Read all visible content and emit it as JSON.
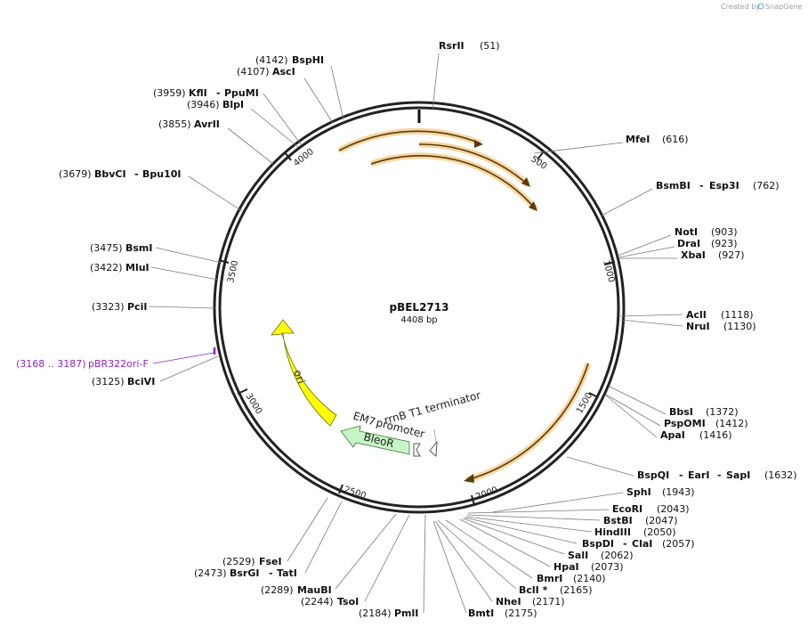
{
  "plasmid": {
    "name": "pBEL2713",
    "size_label": "4408 bp"
  },
  "credit": {
    "prefix": "Created by",
    "brand": "SnapGene"
  },
  "ticks": [
    "500",
    "1000",
    "1500",
    "2000",
    "2500",
    "3000",
    "3500",
    "4000"
  ],
  "sites": {
    "rsrII": {
      "name": "RsrII",
      "pos": "(51)"
    },
    "mfeI": {
      "name": "MfeI",
      "pos": "(616)"
    },
    "bsmBI": {
      "name": "BsmBI",
      "sep": "-",
      "name2": "Esp3I",
      "pos": "(762)"
    },
    "notI": {
      "name": "NotI",
      "pos": "(903)"
    },
    "draI": {
      "name": "DraI",
      "pos": "(923)"
    },
    "xbaI": {
      "name": "XbaI",
      "pos": "(927)"
    },
    "aclI": {
      "name": "AclI",
      "pos": "(1118)"
    },
    "nruI": {
      "name": "NruI",
      "pos": "(1130)"
    },
    "bbsI": {
      "name": "BbsI",
      "pos": "(1372)"
    },
    "pspOMI": {
      "name": "PspOMI",
      "pos": "(1412)"
    },
    "apaI": {
      "name": "ApaI",
      "pos": "(1416)"
    },
    "bspQI": {
      "name": "BspQI",
      "sep": "-",
      "name2": "EarI",
      "sep2": "-",
      "name3": "SapI",
      "pos": "(1632)"
    },
    "sphI": {
      "name": "SphI",
      "pos": "(1943)"
    },
    "ecoRI": {
      "name": "EcoRI",
      "pos": "(2043)"
    },
    "bstBI": {
      "name": "BstBI",
      "pos": "(2047)"
    },
    "hindIII": {
      "name": "HindIII",
      "pos": "(2050)"
    },
    "bspDI": {
      "name": "BspDI",
      "sep": "-",
      "name2": "ClaI",
      "pos": "(2057)"
    },
    "salI": {
      "name": "SalI",
      "pos": "(2062)"
    },
    "hpaI": {
      "name": "HpaI",
      "pos": "(2073)"
    },
    "bmrI": {
      "name": "BmrI",
      "pos": "(2140)"
    },
    "bclI": {
      "name": "BclI *",
      "pos": "(2165)"
    },
    "nheI": {
      "name": "NheI",
      "pos": "(2171)"
    },
    "bmtI": {
      "name": "BmtI",
      "pos": "(2175)"
    },
    "pmlI": {
      "name": "PmlI",
      "pos": "(2184)"
    },
    "tsoI": {
      "name": "TsoI",
      "pos": "(2244)"
    },
    "mauBI": {
      "name": "MauBI",
      "pos": "(2289)"
    },
    "bsrGI": {
      "name": "BsrGI",
      "sep": "-",
      "name2": "TatI",
      "pos": "(2473)"
    },
    "fseI": {
      "name": "FseI",
      "pos": "(2529)"
    },
    "bciVI": {
      "name": "BciVI",
      "pos": "(3125)"
    },
    "pciI": {
      "name": "PciI",
      "pos": "(3323)"
    },
    "mluI": {
      "name": "MluI",
      "pos": "(3422)"
    },
    "bsmI": {
      "name": "BsmI",
      "pos": "(3475)"
    },
    "bbvCI": {
      "name": "BbvCI",
      "sep": "-",
      "name2": "Bpu10I",
      "pos": "(3679)"
    },
    "avrII": {
      "name": "AvrII",
      "pos": "(3855)"
    },
    "blpI": {
      "name": "BlpI",
      "pos": "(3946)"
    },
    "kflI": {
      "name": "KflI",
      "sep": "-",
      "name2": "PpuMI",
      "pos": "(3959)"
    },
    "ascI": {
      "name": "AscI",
      "pos": "(4107)"
    },
    "bspHI": {
      "name": "BspHI",
      "pos": "(4142)"
    }
  },
  "primer": {
    "range": "(3168 .. 3187)",
    "name": "pBR322ori-F",
    "color": "#8e24c8"
  },
  "features": {
    "ori": {
      "label": "ori",
      "color": "#ffff00"
    },
    "bleoR": {
      "label": "BleoR",
      "color": "#c6f5c6"
    },
    "em7_line1": "EM7",
    "em7_line2": "promoter",
    "rrnb": "rrnB T1 terminator"
  },
  "colors": {
    "orf_fill": "#f7d7a0",
    "orf_stroke": "#e8a23a",
    "orf_line": "#5a3a10",
    "backbone": "#222222"
  }
}
